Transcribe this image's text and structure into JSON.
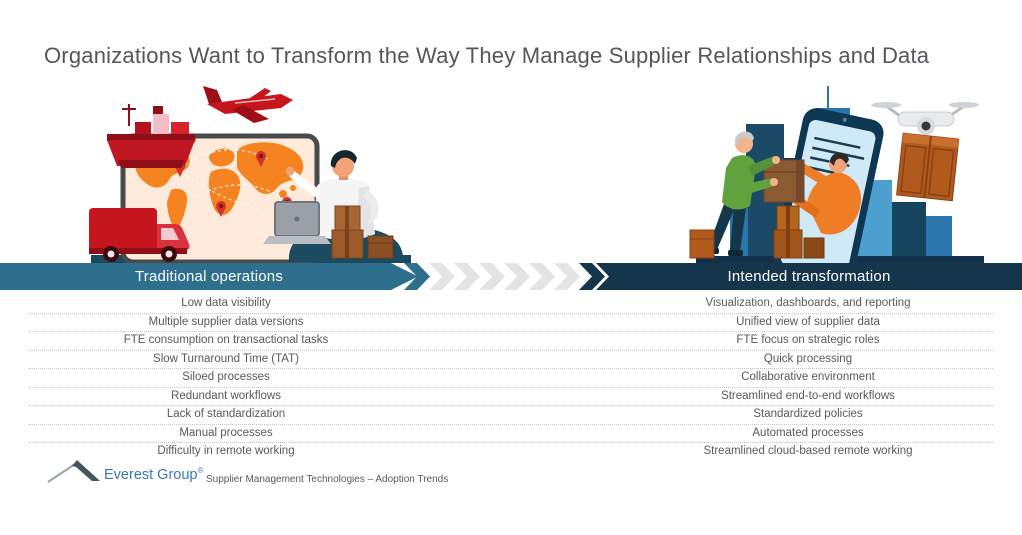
{
  "title": "Organizations Want to Transform the Way They Manage Supplier Relationships and Data",
  "columns": {
    "left": {
      "header": "Traditional operations",
      "items": [
        "Low data visibility",
        "Multiple supplier data versions",
        "FTE consumption on transactional tasks",
        "Slow Turnaround Time (TAT)",
        "Siloed processes",
        "Redundant workflows",
        "Lack of standardization",
        "Manual processes",
        "Difficulty in remote working"
      ]
    },
    "right": {
      "header": "Intended transformation",
      "items": [
        "Visualization, dashboards, and reporting",
        "Unified view of supplier data",
        "FTE focus on strategic roles",
        "Quick processing",
        "Collaborative environment",
        "Streamlined end-to-end workflows",
        "Standardized policies",
        "Automated processes",
        "Streamlined cloud-based remote working"
      ]
    }
  },
  "footer": {
    "brand": "Everest Group",
    "registered": "®",
    "caption": "Supplier Management Technologies – Adoption Trends"
  },
  "colors": {
    "teal": "#2f6f8e",
    "navy": "#14354a",
    "chevron_gray": "#e4e4e4",
    "text_gray": "#58595b",
    "brand_blue": "#3c79b0"
  },
  "illustrations": {
    "left": "traditional-logistics-scene (cargo ship, airplane, truck, world-map tablet, seated worker with laptop)",
    "right": "digital-transformation-scene (city skyline, smartphone handoff of parcel, delivery drone)"
  }
}
